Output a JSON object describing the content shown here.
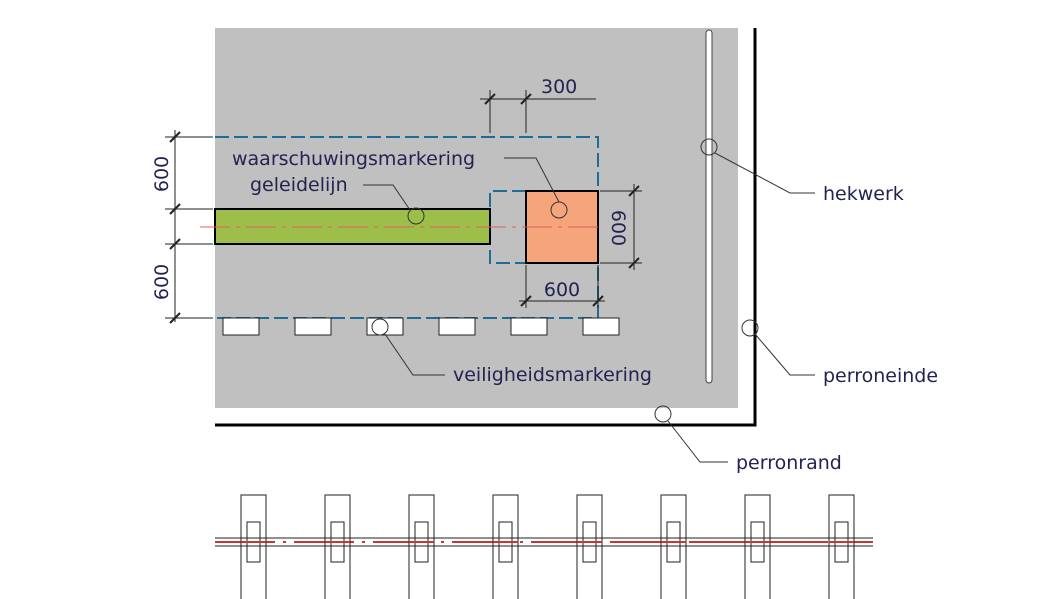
{
  "labels": {
    "warning_marking": "waarschuwingsmarkering",
    "guide_line": "geleidelijn",
    "fence": "hekwerk",
    "platform_end": "perroneinde",
    "safety_marking": "veiligheidsmarkering",
    "platform_edge": "perronrand"
  },
  "dimensions": {
    "offset_top": "300",
    "top_gap": "600",
    "bottom_gap": "600",
    "tile_height": "600",
    "tile_width": "600"
  },
  "colors": {
    "platform_fill": "#c0c0c0",
    "guide_line_fill": "#9dbf4a",
    "warning_tile_fill": "#f5a47c",
    "dashed_boundary": "#1f6c94",
    "label_text": "#232352",
    "center_line": "#e06060",
    "rail_line": "#cc3333"
  },
  "counts": {
    "safety_markers": 6,
    "sleepers": 8
  }
}
